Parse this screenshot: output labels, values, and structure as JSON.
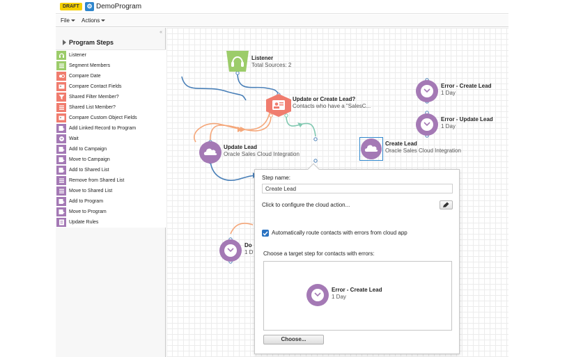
{
  "header": {
    "badge": "DRAFT",
    "program_icon": "program-icon",
    "title": "DemoProgram"
  },
  "menu": {
    "file": "File",
    "actions": "Actions"
  },
  "palette": {
    "collapse_glyph": "«",
    "title": "Program Steps",
    "items": [
      {
        "label": "Listener",
        "icon": "headset-icon",
        "color": "#9ccc6a"
      },
      {
        "label": "Segment Members",
        "icon": "list-icon",
        "color": "#9ccc6a"
      },
      {
        "label": "Compare Date",
        "icon": "compare-icon",
        "color": "#f07c6e"
      },
      {
        "label": "Compare Contact Fields",
        "icon": "contact-card-icon",
        "color": "#f07c6e"
      },
      {
        "label": "Shared Filter Member?",
        "icon": "filter-icon",
        "color": "#f07c6e"
      },
      {
        "label": "Shared List Member?",
        "icon": "list-icon",
        "color": "#f07c6e"
      },
      {
        "label": "Compare Custom Object Fields",
        "icon": "contact-card-icon",
        "color": "#f07c6e"
      },
      {
        "label": "Add Linked Record to Program",
        "icon": "add-record-icon",
        "color": "#a479b5"
      },
      {
        "label": "Wait",
        "icon": "clock-icon",
        "color": "#a479b5"
      },
      {
        "label": "Add to Campaign",
        "icon": "add-record-icon",
        "color": "#a479b5"
      },
      {
        "label": "Move to Campaign",
        "icon": "add-record-icon",
        "color": "#a479b5"
      },
      {
        "label": "Add to Shared List",
        "icon": "add-record-icon",
        "color": "#a479b5"
      },
      {
        "label": "Remove from Shared List",
        "icon": "list-icon",
        "color": "#a479b5"
      },
      {
        "label": "Move to Shared List",
        "icon": "list-icon",
        "color": "#a479b5"
      },
      {
        "label": "Add to Program",
        "icon": "add-record-icon",
        "color": "#a479b5"
      },
      {
        "label": "Move to Program",
        "icon": "add-record-icon",
        "color": "#a479b5"
      },
      {
        "label": "Update Rules",
        "icon": "rules-icon",
        "color": "#a479b5"
      }
    ]
  },
  "canvas": {
    "colors": {
      "listener": "#9ccc6a",
      "decision": "#f07c6e",
      "action": "#a479b5",
      "selected_border": "#2f86cc",
      "link_blue": "#4a80b8",
      "link_orange": "#f5a77a",
      "link_green": "#7fc8b0"
    },
    "nodes": {
      "listener": {
        "title": "Listener",
        "subtitle": "Total Sources: 2",
        "icon": "headset-icon"
      },
      "decision": {
        "title": "Update or Create Lead?",
        "subtitle": "Contacts who have a \"SalesC...",
        "icon": "contact-card-icon"
      },
      "update_lead": {
        "title": "Update Lead",
        "subtitle": "Oracle Sales Cloud Integration",
        "icon": "cloud-icon"
      },
      "create_lead": {
        "title": "Create Lead",
        "subtitle": "Oracle Sales Cloud Integration",
        "icon": "cloud-icon"
      },
      "error_create": {
        "title": "Error - Create Lead",
        "subtitle": "1 Day",
        "icon": "clock-icon"
      },
      "error_update": {
        "title": "Error - Update Lead",
        "subtitle": "1 Day",
        "icon": "clock-icon"
      },
      "done": {
        "title": "Do",
        "subtitle": "1 D",
        "icon": "clock-icon"
      }
    }
  },
  "popup": {
    "step_name_label": "Step name:",
    "step_name_value": "Create Lead",
    "configure_text": "Click to configure the cloud action...",
    "auto_route_label": "Automatically route contacts with errors from cloud app",
    "auto_route_checked": true,
    "target_label": "Choose a target step for contacts with errors:",
    "target_step": {
      "title": "Error - Create Lead",
      "subtitle": "1 Day",
      "icon": "clock-icon"
    },
    "choose_button": "Choose..."
  }
}
